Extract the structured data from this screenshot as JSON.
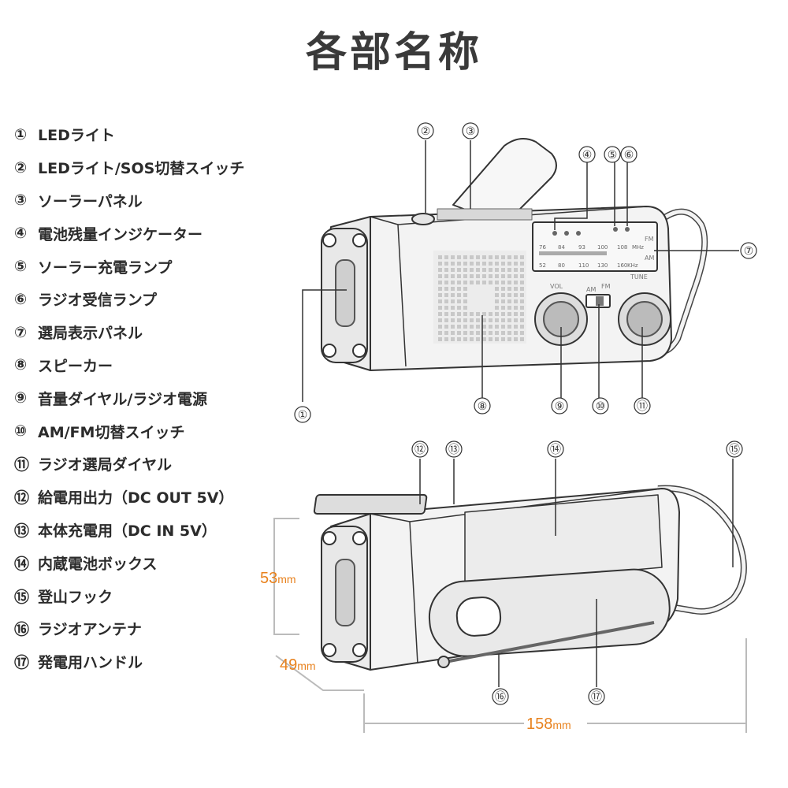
{
  "title": "各部名称",
  "parts": [
    {
      "num": "①",
      "label": "LEDライト"
    },
    {
      "num": "②",
      "label": "LEDライト/SOS切替スイッチ"
    },
    {
      "num": "③",
      "label": "ソーラーパネル"
    },
    {
      "num": "④",
      "label": "電池残量インジケーター"
    },
    {
      "num": "⑤",
      "label": "ソーラー充電ランプ"
    },
    {
      "num": "⑥",
      "label": "ラジオ受信ランプ"
    },
    {
      "num": "⑦",
      "label": "選局表示パネル"
    },
    {
      "num": "⑧",
      "label": "スピーカー"
    },
    {
      "num": "⑨",
      "label": "音量ダイヤル/ラジオ電源"
    },
    {
      "num": "⑩",
      "label": "AM/FM切替スイッチ"
    },
    {
      "num": "⑪",
      "label": "ラジオ選局ダイヤル"
    },
    {
      "num": "⑫",
      "label": "給電用出力（DC OUT 5V）"
    },
    {
      "num": "⑬",
      "label": "本体充電用（DC IN 5V）"
    },
    {
      "num": "⑭",
      "label": "内蔵電池ボックス"
    },
    {
      "num": "⑮",
      "label": "登山フック"
    },
    {
      "num": "⑯",
      "label": "ラジオアンテナ"
    },
    {
      "num": "⑰",
      "label": "発電用ハンドル"
    }
  ],
  "dial": {
    "fm_scale": [
      "76",
      "84",
      "93",
      "100",
      "108"
    ],
    "fm_unit": "MHz",
    "fm_band": "FM",
    "am_scale": [
      "52",
      "80",
      "110",
      "130",
      "160"
    ],
    "am_unit": "KHz",
    "am_band": "AM"
  },
  "knobs": {
    "vol": "VOL",
    "tune": "TUNE",
    "am": "AM",
    "fm": "FM"
  },
  "dimensions": {
    "height_value": "53",
    "depth_value": "49",
    "width_value": "158",
    "unit": "mm"
  },
  "colors": {
    "accent": "#e8821e",
    "line": "#333333",
    "body": "#f3f3f3"
  }
}
